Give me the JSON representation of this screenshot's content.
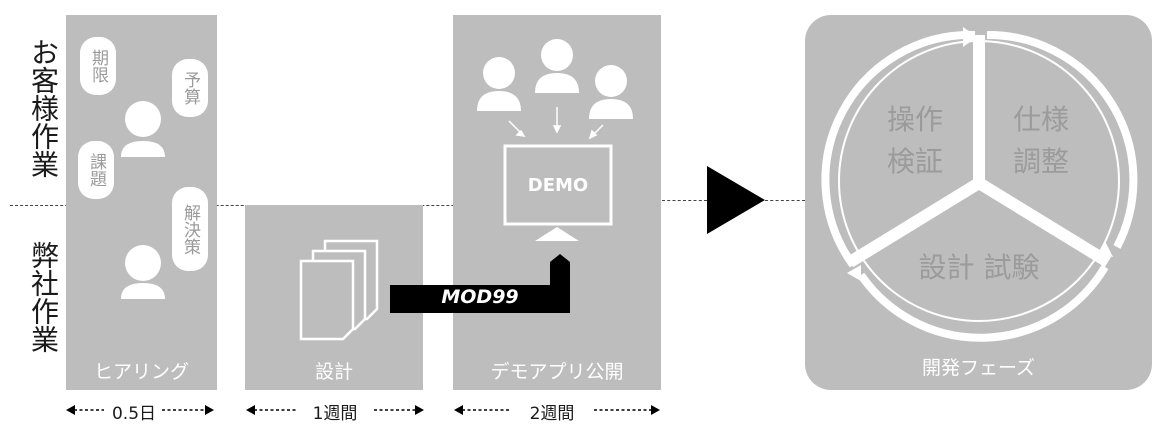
{
  "side_labels": {
    "customer": "お客様作業",
    "us": "弊社作業"
  },
  "stages": [
    {
      "label": "ヒアリング",
      "duration": "0.5日"
    },
    {
      "label": "設計",
      "duration": "1週間"
    },
    {
      "label": "デモアプリ公開",
      "duration": "2週間"
    }
  ],
  "hearing_bubbles": [
    "期限",
    "予算",
    "課題",
    "解決策"
  ],
  "demo": {
    "screen_text": "DEMO",
    "tag": "MOD99"
  },
  "phase": {
    "label": "開発フェーズ",
    "segments": [
      {
        "line1": "操作",
        "line2": "検証"
      },
      {
        "line1": "仕様",
        "line2": "調整"
      },
      {
        "line1": "設計 試験",
        "line2": ""
      }
    ]
  },
  "colors": {
    "panel": "#bdbdbd",
    "phase_panel": "#bdbdbd",
    "ink": "#000000",
    "label_text": "#ffffff",
    "segment_text": "#9b9b9b"
  }
}
